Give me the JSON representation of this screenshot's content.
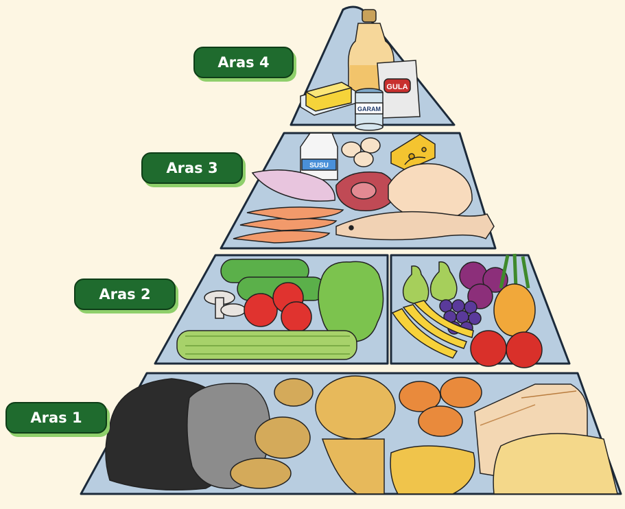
{
  "levels": [
    {
      "label": "Aras 4"
    },
    {
      "label": "Aras 3"
    },
    {
      "label": "Aras 2"
    },
    {
      "label": "Aras 1"
    }
  ],
  "packaging_text": {
    "sugar_bag": "GULA",
    "salt_jar": "GARAM",
    "milk_carton": "SUSU"
  },
  "colors": {
    "background": "#fdf6e3",
    "pyramid_fill": "#b8cde0",
    "label_bg": "#1f6b2e",
    "label_shadow": "#8fcf6b"
  }
}
